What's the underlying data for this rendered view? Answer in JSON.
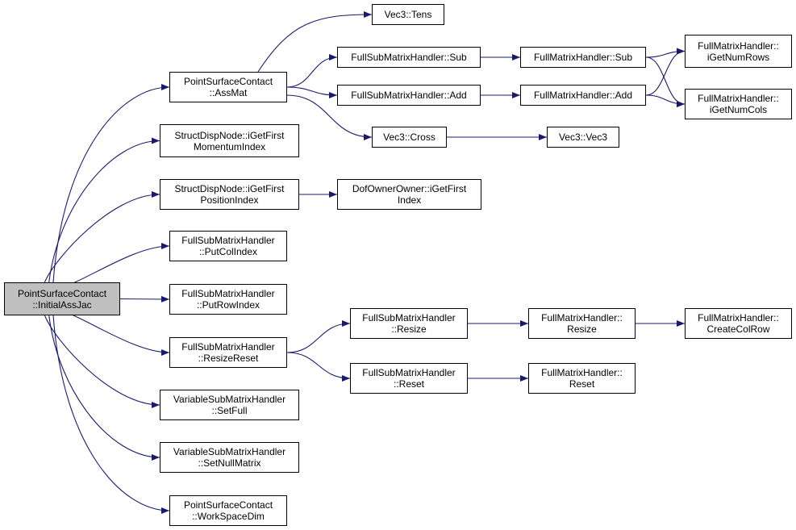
{
  "graph": {
    "edge_color": "#191970",
    "root_fill": "#bfbfbf",
    "nodes": {
      "root": [
        "PointSurfaceContact",
        "::InitialAssJac"
      ],
      "assmat": [
        "PointSurfaceContact",
        "::AssMat"
      ],
      "sdn_momentum": [
        "StructDispNode::iGetFirst",
        "MomentumIndex"
      ],
      "sdn_position": [
        "StructDispNode::iGetFirst",
        "PositionIndex"
      ],
      "putcol": [
        "FullSubMatrixHandler",
        "::PutColIndex"
      ],
      "putrow": [
        "FullSubMatrixHandler",
        "::PutRowIndex"
      ],
      "resizereset": [
        "FullSubMatrixHandler",
        "::ResizeReset"
      ],
      "setfull": [
        "VariableSubMatrixHandler",
        "::SetFull"
      ],
      "setnull": [
        "VariableSubMatrixHandler",
        "::SetNullMatrix"
      ],
      "workspace": [
        "PointSurfaceContact",
        "::WorkSpaceDim"
      ],
      "tens": [
        "Vec3::Tens"
      ],
      "fsmh_sub": [
        "FullSubMatrixHandler::Sub"
      ],
      "fsmh_add": [
        "FullSubMatrixHandler::Add"
      ],
      "cross": [
        "Vec3::Cross"
      ],
      "dof_index": [
        "DofOwnerOwner::iGetFirst",
        "Index"
      ],
      "fsmh_resize": [
        "FullSubMatrixHandler",
        "::Resize"
      ],
      "fsmh_reset": [
        "FullSubMatrixHandler",
        "::Reset"
      ],
      "fmh_sub": [
        "FullMatrixHandler::Sub"
      ],
      "fmh_add": [
        "FullMatrixHandler::Add"
      ],
      "vec3ctor": [
        "Vec3::Vec3"
      ],
      "fmh_resize": [
        "FullMatrixHandler::",
        "Resize"
      ],
      "fmh_reset": [
        "FullMatrixHandler::",
        "Reset"
      ],
      "numrows": [
        "FullMatrixHandler::",
        "iGetNumRows"
      ],
      "numcols": [
        "FullMatrixHandler::",
        "iGetNumCols"
      ],
      "createcolrow": [
        "FullMatrixHandler::",
        "CreateColRow"
      ]
    },
    "edges": [
      [
        "root",
        "assmat"
      ],
      [
        "root",
        "sdn_momentum"
      ],
      [
        "root",
        "sdn_position"
      ],
      [
        "root",
        "putcol"
      ],
      [
        "root",
        "putrow"
      ],
      [
        "root",
        "resizereset"
      ],
      [
        "root",
        "setfull"
      ],
      [
        "root",
        "setnull"
      ],
      [
        "root",
        "workspace"
      ],
      [
        "assmat",
        "tens"
      ],
      [
        "assmat",
        "fsmh_sub"
      ],
      [
        "assmat",
        "fsmh_add"
      ],
      [
        "assmat",
        "cross"
      ],
      [
        "sdn_position",
        "dof_index"
      ],
      [
        "resizereset",
        "fsmh_resize"
      ],
      [
        "resizereset",
        "fsmh_reset"
      ],
      [
        "fsmh_sub",
        "fmh_sub"
      ],
      [
        "fsmh_add",
        "fmh_add"
      ],
      [
        "cross",
        "vec3ctor"
      ],
      [
        "fsmh_resize",
        "fmh_resize"
      ],
      [
        "fsmh_reset",
        "fmh_reset"
      ],
      [
        "fmh_sub",
        "numrows"
      ],
      [
        "fmh_sub",
        "numcols"
      ],
      [
        "fmh_add",
        "numrows"
      ],
      [
        "fmh_add",
        "numcols"
      ],
      [
        "fmh_resize",
        "createcolrow"
      ]
    ]
  }
}
